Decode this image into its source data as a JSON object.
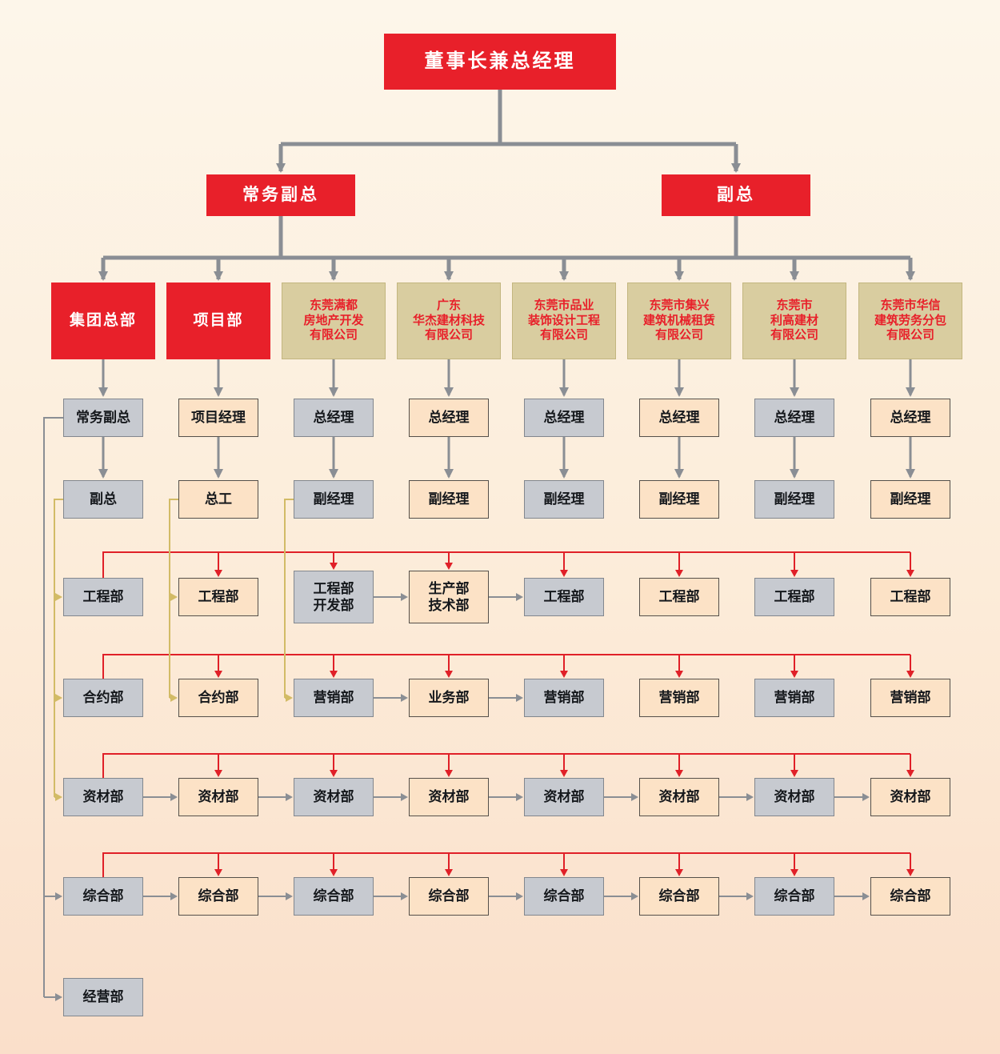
{
  "org": {
    "root": "董事长兼总经理",
    "deputies": [
      "常务副总",
      "副总"
    ],
    "columns": [
      {
        "header": "集团总部",
        "units": [
          "常务副总",
          "副总",
          "工程部",
          "合约部",
          "资材部",
          "综合部",
          "经营部"
        ]
      },
      {
        "header": "项目部",
        "units": [
          "项目经理",
          "总工",
          "工程部",
          "合约部",
          "资材部",
          "综合部"
        ]
      },
      {
        "header": "东莞满都\n房地产开发\n有限公司",
        "units": [
          "总经理",
          "副经理",
          "工程部\n开发部",
          "营销部",
          "资材部",
          "综合部"
        ]
      },
      {
        "header": "广东\n华杰建材科技\n有限公司",
        "units": [
          "总经理",
          "副经理",
          "生产部\n技术部",
          "业务部",
          "资材部",
          "综合部"
        ]
      },
      {
        "header": "东莞市品业\n装饰设计工程\n有限公司",
        "units": [
          "总经理",
          "副经理",
          "工程部",
          "营销部",
          "资材部",
          "综合部"
        ]
      },
      {
        "header": "东莞市集兴\n建筑机械租赁\n有限公司",
        "units": [
          "总经理",
          "副经理",
          "工程部",
          "营销部",
          "资材部",
          "综合部"
        ]
      },
      {
        "header": "东莞市\n利高建材\n有限公司",
        "units": [
          "总经理",
          "副经理",
          "工程部",
          "营销部",
          "资材部",
          "综合部"
        ]
      },
      {
        "header": "东莞市华信\n建筑劳务分包\n有限公司",
        "units": [
          "总经理",
          "副经理",
          "工程部",
          "营销部",
          "资材部",
          "综合部"
        ]
      }
    ],
    "palette": {
      "brand_red": "#e8202a",
      "tan_box": "#d9cda0",
      "gray_box": "#c7cad0",
      "peach_box": "#fce2c6",
      "line_gray": "#8a8e94",
      "line_red": "#e02028",
      "line_yellow": "#d2bb66"
    }
  }
}
